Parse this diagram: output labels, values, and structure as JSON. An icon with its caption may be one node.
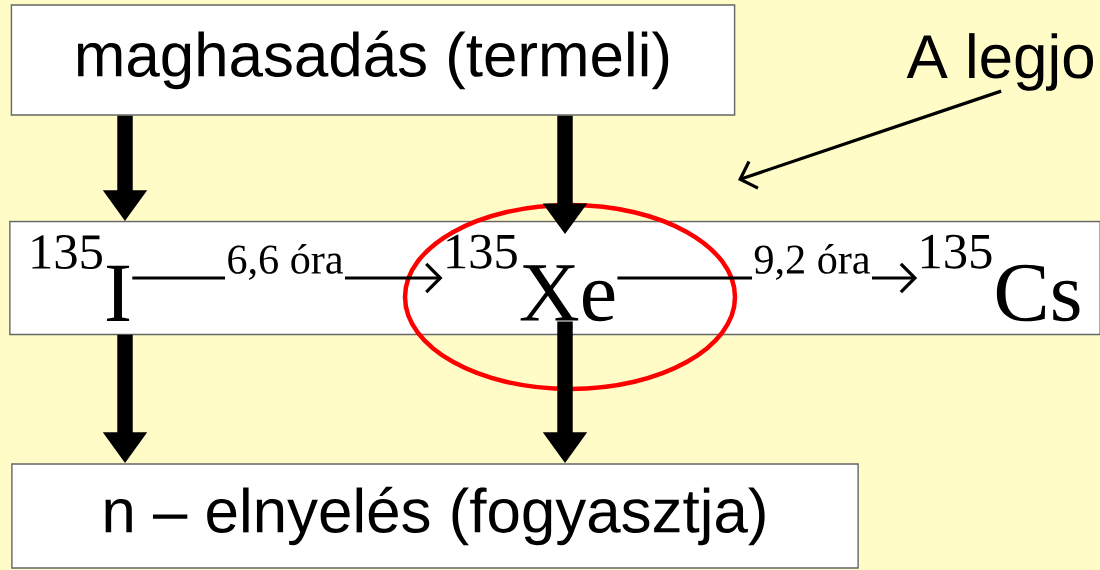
{
  "diagram": {
    "nodes": [
      {
        "text": [
          "maghasadás (termeli)"
        ]
      },
      {
        "text": [],
        "shape": "box"
      },
      {
        "text": [
          "$^{135}$I"
        ],
        "in": 1
      },
      {
        "text": [
          "$^{135}$Xe"
        ],
        "in": 1
      },
      {
        "text": [
          "$^{135}$Cs"
        ],
        "in": 1
      },
      {
        "text": [
          "n – elnyelés (fogyasztja)"
        ]
      },
      {
        "text": [
          "A legjo"
        ]
      }
    ],
    "edges": [
      {
        "from": 0,
        "to": 2,
        "arrow": "to"
      },
      {
        "from": 0,
        "to": 3,
        "arrow": "to"
      },
      {
        "from": 2,
        "to": 3,
        "arrow": "to",
        "label": "6,6 óra"
      },
      {
        "from": 3,
        "to": 4,
        "arrow": "to",
        "label": "9,2 óra"
      },
      {
        "from": 2,
        "to": 5,
        "arrow": "to"
      },
      {
        "from": 3,
        "to": 5,
        "arrow": "to"
      },
      {
        "from": 6,
        "to": null,
        "arrow": "to"
      }
    ]
  }
}
